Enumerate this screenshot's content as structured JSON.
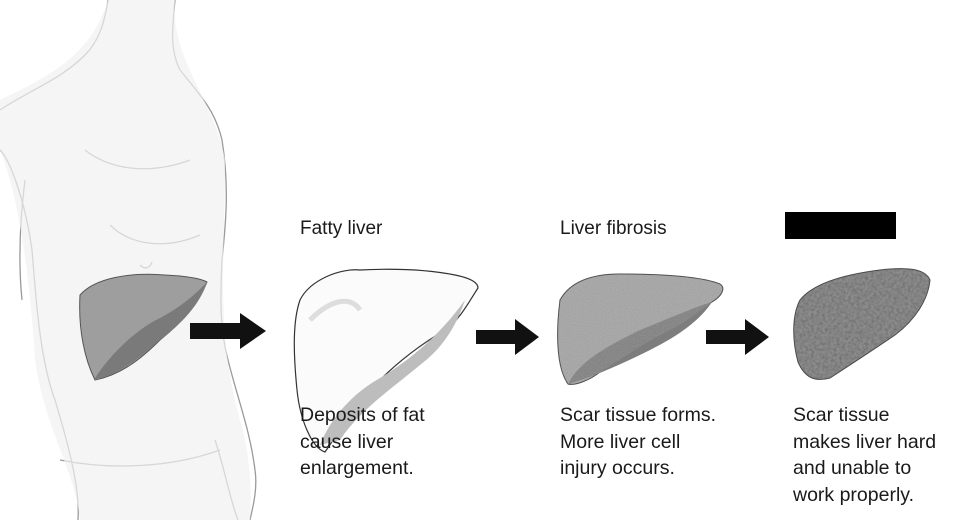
{
  "stages": [
    {
      "title": "Fatty liver",
      "caption": [
        "Deposits of fat",
        "cause liver",
        "enlargement."
      ]
    },
    {
      "title": "Liver fibrosis",
      "caption": [
        "Scar tissue forms.",
        "More liver cell",
        "injury occurs."
      ]
    },
    {
      "title": "",
      "caption": [
        "Scar tissue",
        "makes liver hard",
        "and unable to",
        "work properly."
      ]
    }
  ],
  "colors": {
    "arrow": "#111111",
    "redaction": "#000000"
  }
}
